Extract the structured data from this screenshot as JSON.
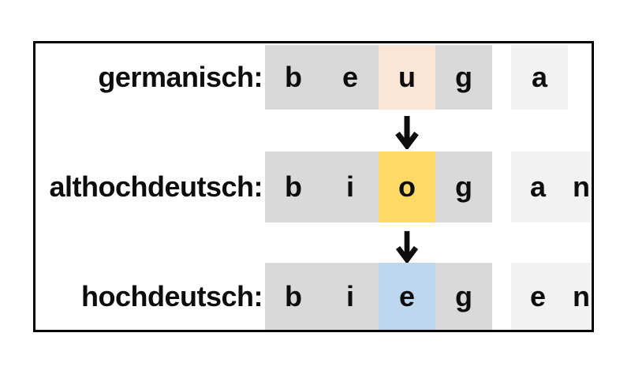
{
  "colors": {
    "cell_gray": "#d9d9d9",
    "cell_light_gray": "#f2f2f2",
    "highlight_peach": "#fbe5d6",
    "highlight_yellow": "#ffd966",
    "highlight_blue": "#bdd7ee",
    "text": "#0d0d0d",
    "border": "#000000"
  },
  "rows": [
    {
      "label": "germanisch:",
      "word": "beuga",
      "stem": [
        {
          "char": "b",
          "bg": "#d9d9d9",
          "highlight": false
        },
        {
          "char": "e",
          "bg": "#d9d9d9",
          "highlight": false
        },
        {
          "char": "u",
          "bg": "#fbe5d6",
          "highlight": true
        },
        {
          "char": "g",
          "bg": "#d9d9d9",
          "highlight": false
        }
      ],
      "suffix": [
        {
          "char": "a",
          "bg": "#f2f2f2",
          "highlight": false
        }
      ]
    },
    {
      "label": "althochdeutsch:",
      "word": "biogan",
      "stem": [
        {
          "char": "b",
          "bg": "#d9d9d9",
          "highlight": false
        },
        {
          "char": "i",
          "bg": "#d9d9d9",
          "highlight": false
        },
        {
          "char": "o",
          "bg": "#ffd966",
          "highlight": true
        },
        {
          "char": "g",
          "bg": "#d9d9d9",
          "highlight": false
        }
      ],
      "suffix": [
        {
          "char": "a",
          "bg": "#f2f2f2",
          "highlight": false
        },
        {
          "char": "n",
          "bg": "#f2f2f2",
          "highlight": false
        }
      ]
    },
    {
      "label": "hochdeutsch:",
      "word": "biegen",
      "stem": [
        {
          "char": "b",
          "bg": "#d9d9d9",
          "highlight": false
        },
        {
          "char": "i",
          "bg": "#d9d9d9",
          "highlight": false
        },
        {
          "char": "e",
          "bg": "#bdd7ee",
          "highlight": true
        },
        {
          "char": "g",
          "bg": "#d9d9d9",
          "highlight": false
        }
      ],
      "suffix": [
        {
          "char": "e",
          "bg": "#f2f2f2",
          "highlight": false
        },
        {
          "char": "n",
          "bg": "#f2f2f2",
          "highlight": false
        }
      ]
    }
  ],
  "arrows": [
    {
      "symbol": "↓"
    },
    {
      "symbol": "↓"
    }
  ]
}
